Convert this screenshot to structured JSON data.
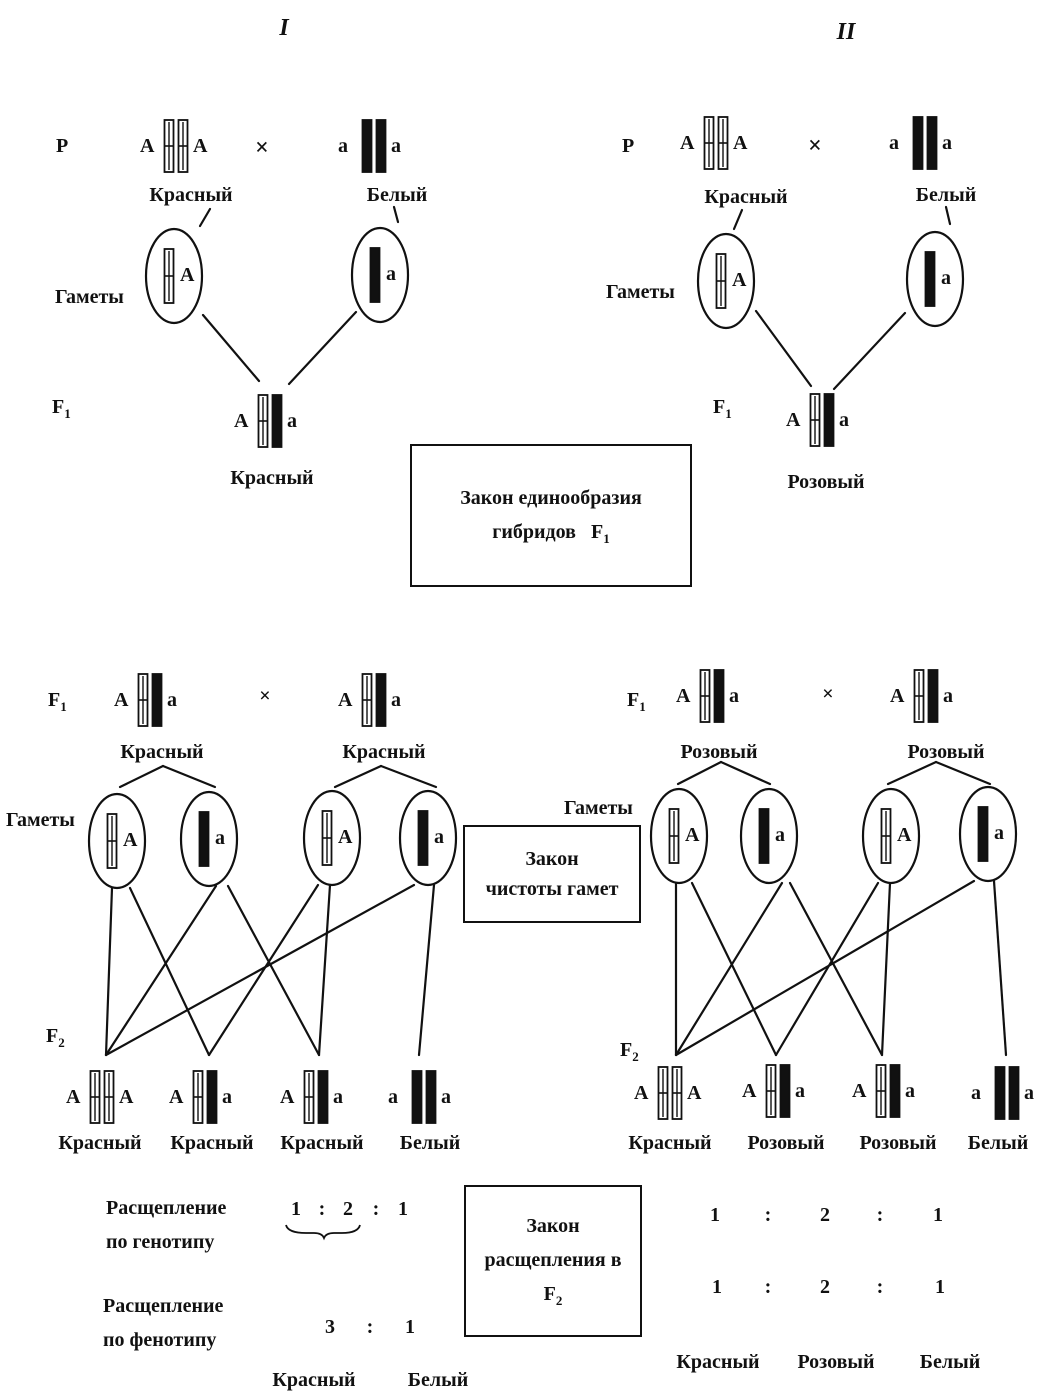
{
  "columns": {
    "left": "I",
    "right": "II"
  },
  "labels": {
    "P": "P",
    "cross": "×",
    "F1": "F",
    "F2": "F",
    "F1_sub": "1",
    "F2_sub": "2",
    "gametes": "Гаметы",
    "red": "Красный",
    "white": "Белый",
    "pink": "Розовый",
    "A": "A",
    "a": "a"
  },
  "laws": {
    "uniformity_line1": "Закон единообразия",
    "uniformity_line2": "гибридов",
    "uniformity_f": "F",
    "uniformity_sub": "1",
    "purity_line1": "Закон",
    "purity_line2": "чистоты гамет",
    "segregation_line1": "Закон",
    "segregation_line2": "расщепления в",
    "segregation_f": "F",
    "segregation_sub": "2"
  },
  "ratios": {
    "genotype_line1": "Расщепление",
    "genotype_line2": "по генотипу",
    "phenotype_line1": "Расщепление",
    "phenotype_line2": "по фенотипу",
    "genotype_left": [
      "1",
      ":",
      "2",
      ":",
      "1"
    ],
    "phenotype_left": [
      "3",
      ":",
      "1"
    ],
    "genotype_right": [
      "1",
      ":",
      "2",
      ":",
      "1"
    ],
    "phenotype_right": [
      "1",
      ":",
      "2",
      ":",
      "1"
    ],
    "left_classes": [
      "Красный",
      "Белый"
    ],
    "right_classes": [
      "Красный",
      "Розовый",
      "Белый"
    ]
  },
  "colors": {
    "ink": "#111111",
    "paper": "#ffffff"
  }
}
